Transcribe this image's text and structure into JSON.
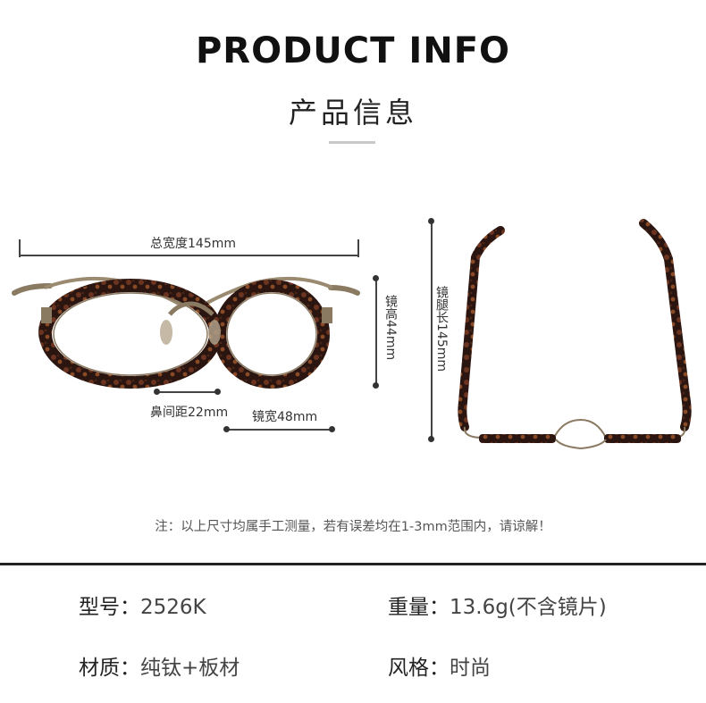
{
  "header": {
    "title_en": "PRODUCT INFO",
    "title_cn": "产品信息"
  },
  "dimensions": {
    "total_width": "总宽度145mm",
    "lens_height": "镜高44mm",
    "temple_length": "镜腿长145mm",
    "bridge": "鼻间距22mm",
    "lens_width": "镜宽48mm"
  },
  "note": "注：以上尺寸均属手工测量，若有误差均在1-3mm范围内，请谅解！",
  "specs": {
    "model_label": "型号：",
    "model_value": "2526K",
    "weight_label": "重量：",
    "weight_value": "13.6g(不含镜片)",
    "material_label": "材质：",
    "material_value": "纯钛+板材",
    "style_label": "风格：",
    "style_value": "时尚"
  },
  "colors": {
    "tortoise_dark": "#2a1510",
    "tortoise_mid": "#5a2e1c",
    "tortoise_light": "#8a4a26",
    "metal": "#8a7a62"
  }
}
